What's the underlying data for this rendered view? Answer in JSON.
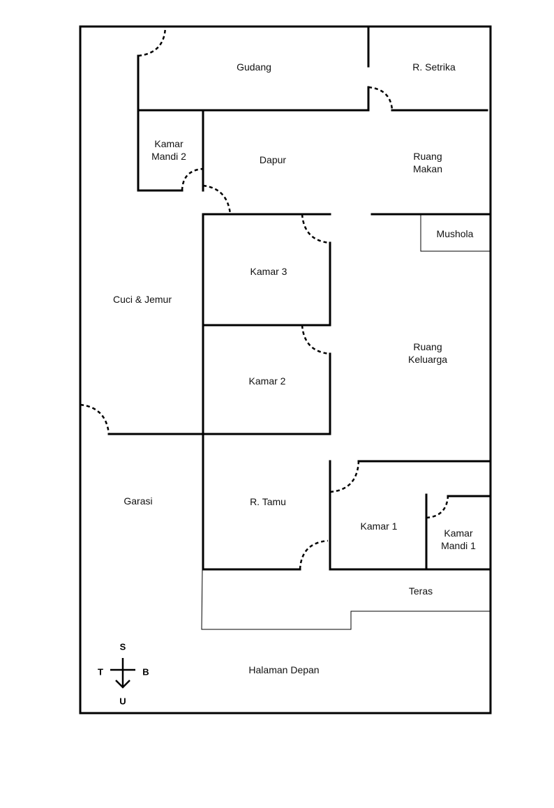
{
  "rooms": {
    "gudang": "Gudang",
    "setrika": "R. Setrika",
    "kamar_mandi_2": [
      "Kamar",
      "Mandi 2"
    ],
    "dapur": "Dapur",
    "ruang_makan": [
      "Ruang",
      "Makan"
    ],
    "mushola": "Mushola",
    "kamar_3": "Kamar 3",
    "cuci_jemur": "Cuci & Jemur",
    "ruang_keluarga": [
      "Ruang",
      "Keluarga"
    ],
    "kamar_2": "Kamar 2",
    "garasi": "Garasi",
    "tamu": "R. Tamu",
    "kamar_1": "Kamar 1",
    "kamar_mandi_1": [
      "Kamar",
      "Mandi 1"
    ],
    "teras": "Teras",
    "halaman": "Halaman Depan"
  },
  "compass": {
    "top": "S",
    "left": "T",
    "right": "B",
    "bottom": "U"
  }
}
